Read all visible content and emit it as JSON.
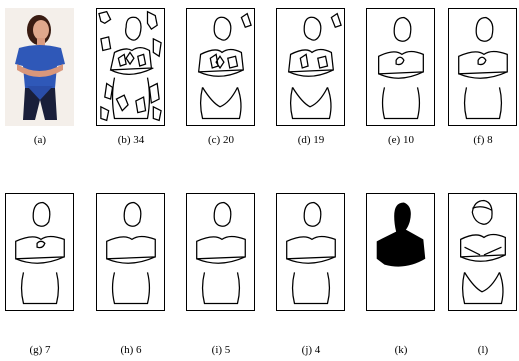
{
  "figure": {
    "panels": [
      {
        "id": "a",
        "caption": "(a)",
        "kind": "photo"
      },
      {
        "id": "b",
        "caption": "(b) 34",
        "kind": "seg"
      },
      {
        "id": "c",
        "caption": "(c) 20",
        "kind": "seg"
      },
      {
        "id": "d",
        "caption": "(d) 19",
        "kind": "seg"
      },
      {
        "id": "e",
        "caption": "(e) 10",
        "kind": "seg"
      },
      {
        "id": "f",
        "caption": "(f) 8",
        "kind": "seg"
      },
      {
        "id": "g",
        "caption": "(g) 7",
        "kind": "seg"
      },
      {
        "id": "h",
        "caption": "(h) 6",
        "kind": "seg"
      },
      {
        "id": "i",
        "caption": "(i) 5",
        "kind": "seg"
      },
      {
        "id": "j",
        "caption": "(j) 4",
        "kind": "seg"
      },
      {
        "id": "k",
        "caption": "(k)",
        "kind": "mask"
      },
      {
        "id": "l",
        "caption": "(l)",
        "kind": "outline"
      }
    ]
  }
}
